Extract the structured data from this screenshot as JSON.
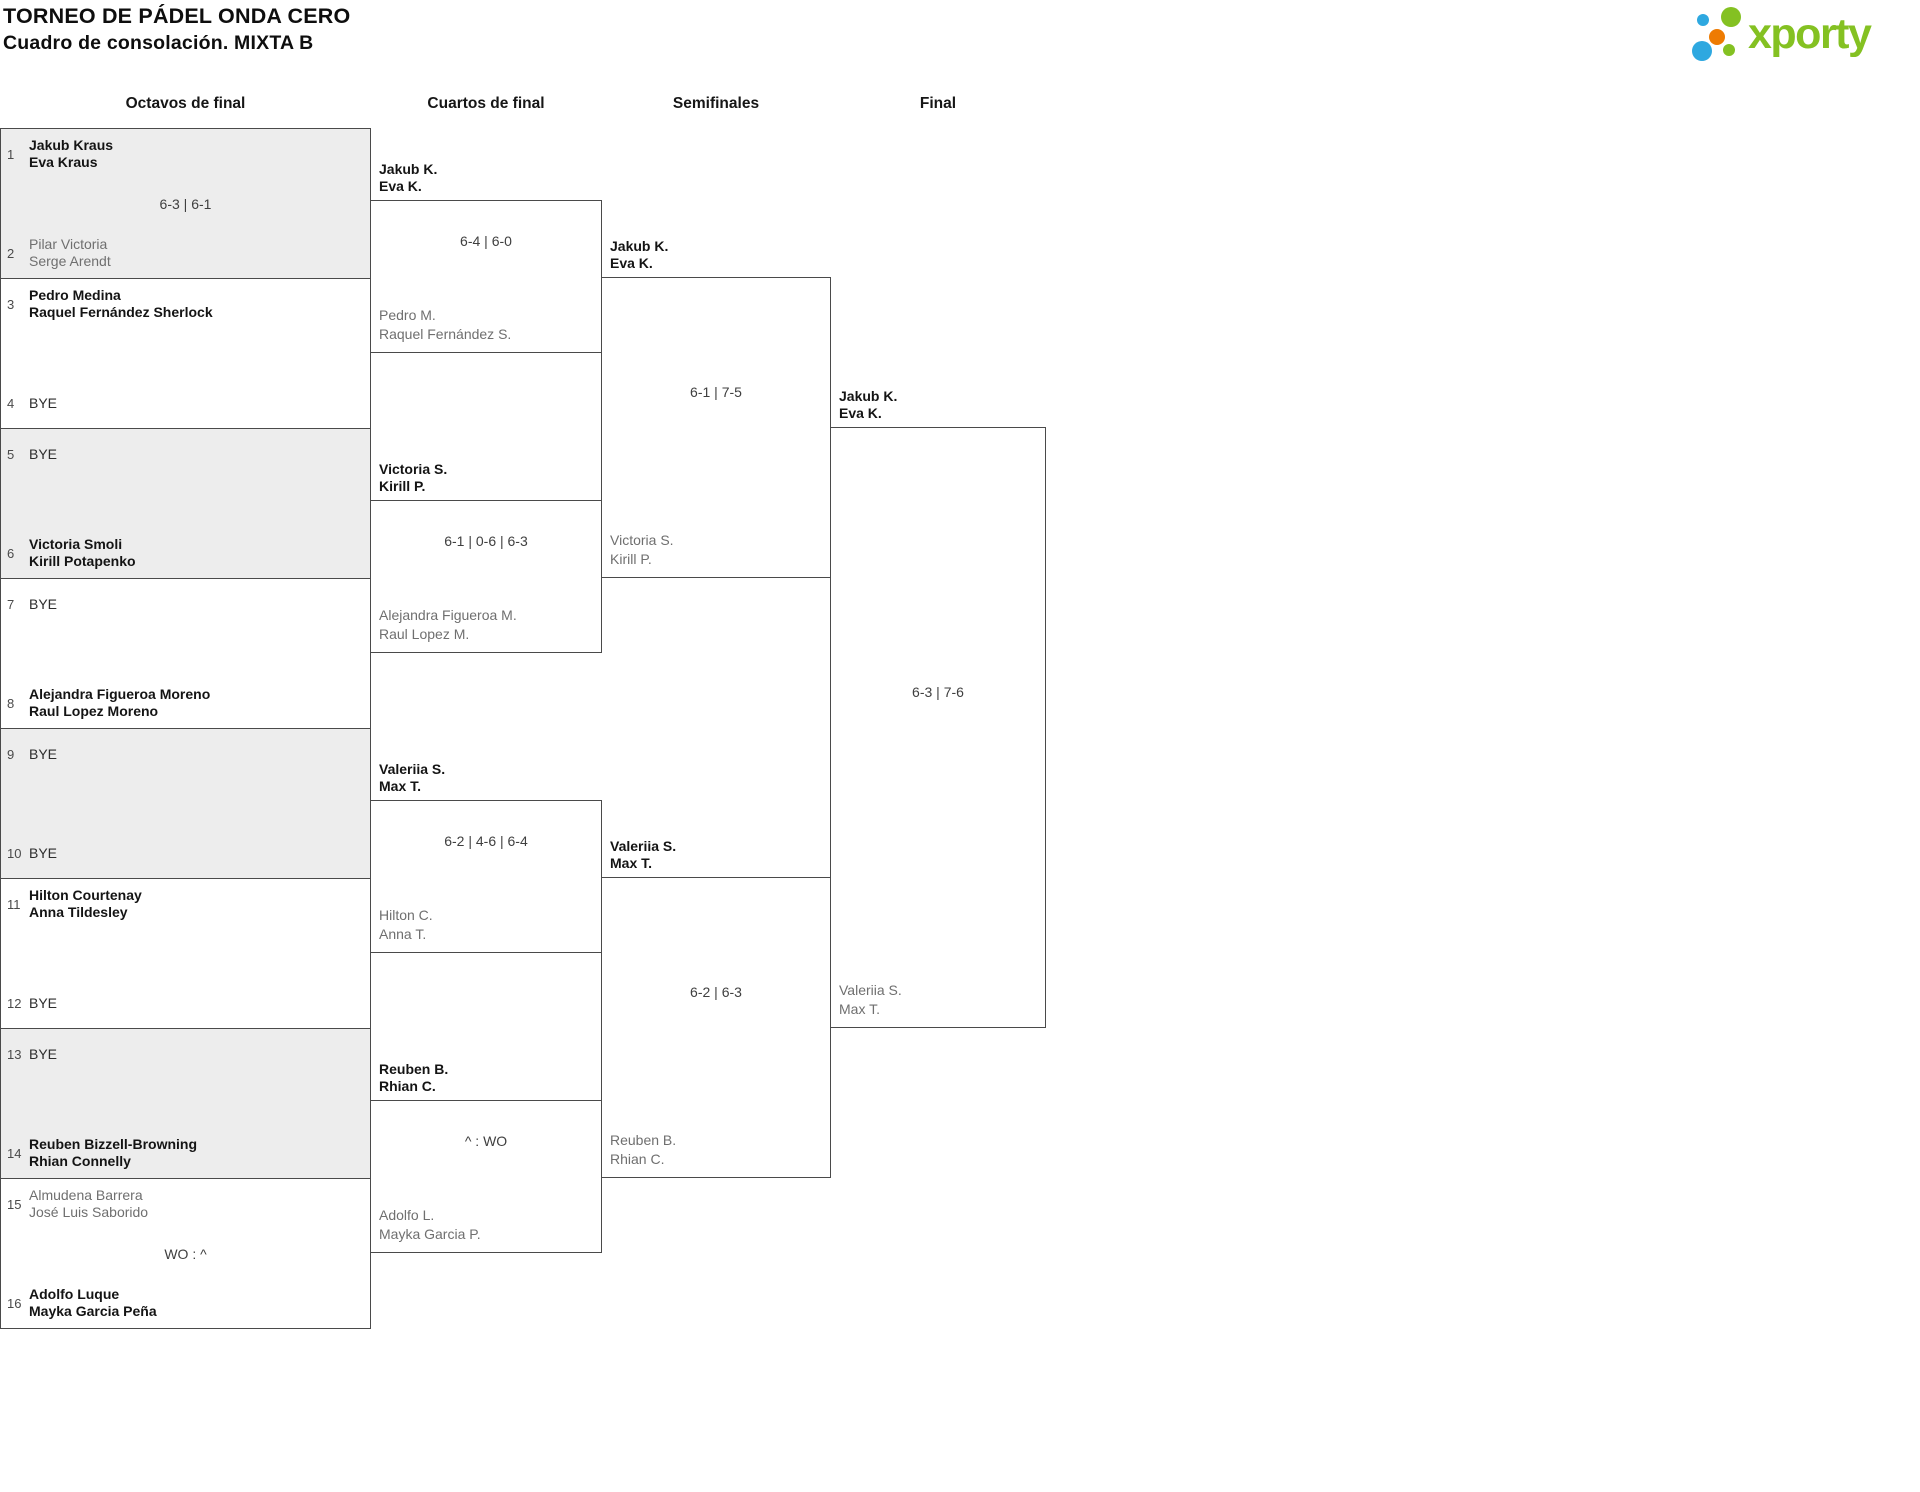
{
  "header": {
    "title": "TORNEO DE PÁDEL ONDA CERO",
    "subtitle": "Cuadro de consolación. MIXTA B"
  },
  "logo": {
    "text": "xporty",
    "green": "#84c122",
    "orange": "#ee7b02",
    "blue": "#2ea8e0"
  },
  "rounds": [
    {
      "label": "Octavos de final"
    },
    {
      "label": "Cuartos de final"
    },
    {
      "label": "Semifinales"
    },
    {
      "label": "Final"
    }
  ],
  "first_round": [
    {
      "seed_top": "1",
      "top": [
        "Jakub Kraus",
        "Eva Kraus"
      ],
      "score": "6-3 | 6-1",
      "seed_bottom": "2",
      "bottom": [
        "Pilar Victoria",
        "Serge Arendt"
      ]
    },
    {
      "seed_top": "3",
      "top": [
        "Pedro Medina",
        "Raquel Fernández Sherlock"
      ],
      "score": "",
      "seed_bottom": "4",
      "bottom": [
        "BYE"
      ]
    },
    {
      "seed_top": "5",
      "top": [
        "BYE"
      ],
      "score": "",
      "seed_bottom": "6",
      "bottom": [
        "Victoria Smoli",
        "Kirill Potapenko"
      ]
    },
    {
      "seed_top": "7",
      "top": [
        "BYE"
      ],
      "score": "",
      "seed_bottom": "8",
      "bottom": [
        "Alejandra Figueroa Moreno",
        "Raul Lopez Moreno"
      ]
    },
    {
      "seed_top": "9",
      "top": [
        "BYE"
      ],
      "score": "",
      "seed_bottom": "10",
      "bottom": [
        "BYE"
      ]
    },
    {
      "seed_top": "11",
      "top": [
        "Hilton Courtenay",
        "Anna Tildesley"
      ],
      "score": "",
      "seed_bottom": "12",
      "bottom": [
        "BYE"
      ]
    },
    {
      "seed_top": "13",
      "top": [
        "BYE"
      ],
      "score": "",
      "seed_bottom": "14",
      "bottom": [
        "Reuben Bizzell-Browning",
        "Rhian Connelly"
      ]
    },
    {
      "seed_top": "15",
      "top": [
        "Almudena Barrera",
        "José Luis Saborido"
      ],
      "score": "WO : ^",
      "seed_bottom": "16",
      "bottom": [
        "Adolfo Luque",
        "Mayka Garcia Peña"
      ]
    }
  ],
  "advance": [
    {
      "round": "Cuartos de final",
      "winner": [
        "Jakub K.",
        "Eva K."
      ],
      "score": "6-4 | 6-0",
      "loser": [
        "Pedro M.",
        "Raquel Fernández S."
      ]
    },
    {
      "round": "Cuartos de final",
      "winner": [
        "Victoria S.",
        "Kirill P."
      ],
      "score": "6-1 | 0-6 | 6-3",
      "loser": [
        "Alejandra Figueroa M.",
        "Raul Lopez M."
      ]
    },
    {
      "round": "Cuartos de final",
      "winner": [
        "Valeriia S.",
        "Max T."
      ],
      "score": "6-2 | 4-6 | 6-4",
      "loser": [
        "Hilton C.",
        "Anna T."
      ]
    },
    {
      "round": "Cuartos de final",
      "winner": [
        "Reuben B.",
        "Rhian C."
      ],
      "score": "^ : WO",
      "loser": [
        "Adolfo L.",
        "Mayka Garcia P."
      ]
    },
    {
      "round": "Semifinales",
      "winner": [
        "Jakub K.",
        "Eva K."
      ],
      "score": "6-1 | 7-5",
      "loser": [
        "Victoria S.",
        "Kirill P."
      ]
    },
    {
      "round": "Semifinales",
      "winner": [
        "Valeriia S.",
        "Max T."
      ],
      "score": "6-2 | 6-3",
      "loser": [
        "Reuben B.",
        "Rhian C."
      ]
    },
    {
      "round": "Final",
      "winner": [
        "Jakub K.",
        "Eva K."
      ],
      "score": "6-3 | 7-6",
      "loser": [
        "Valeriia S.",
        "Max T."
      ]
    }
  ]
}
